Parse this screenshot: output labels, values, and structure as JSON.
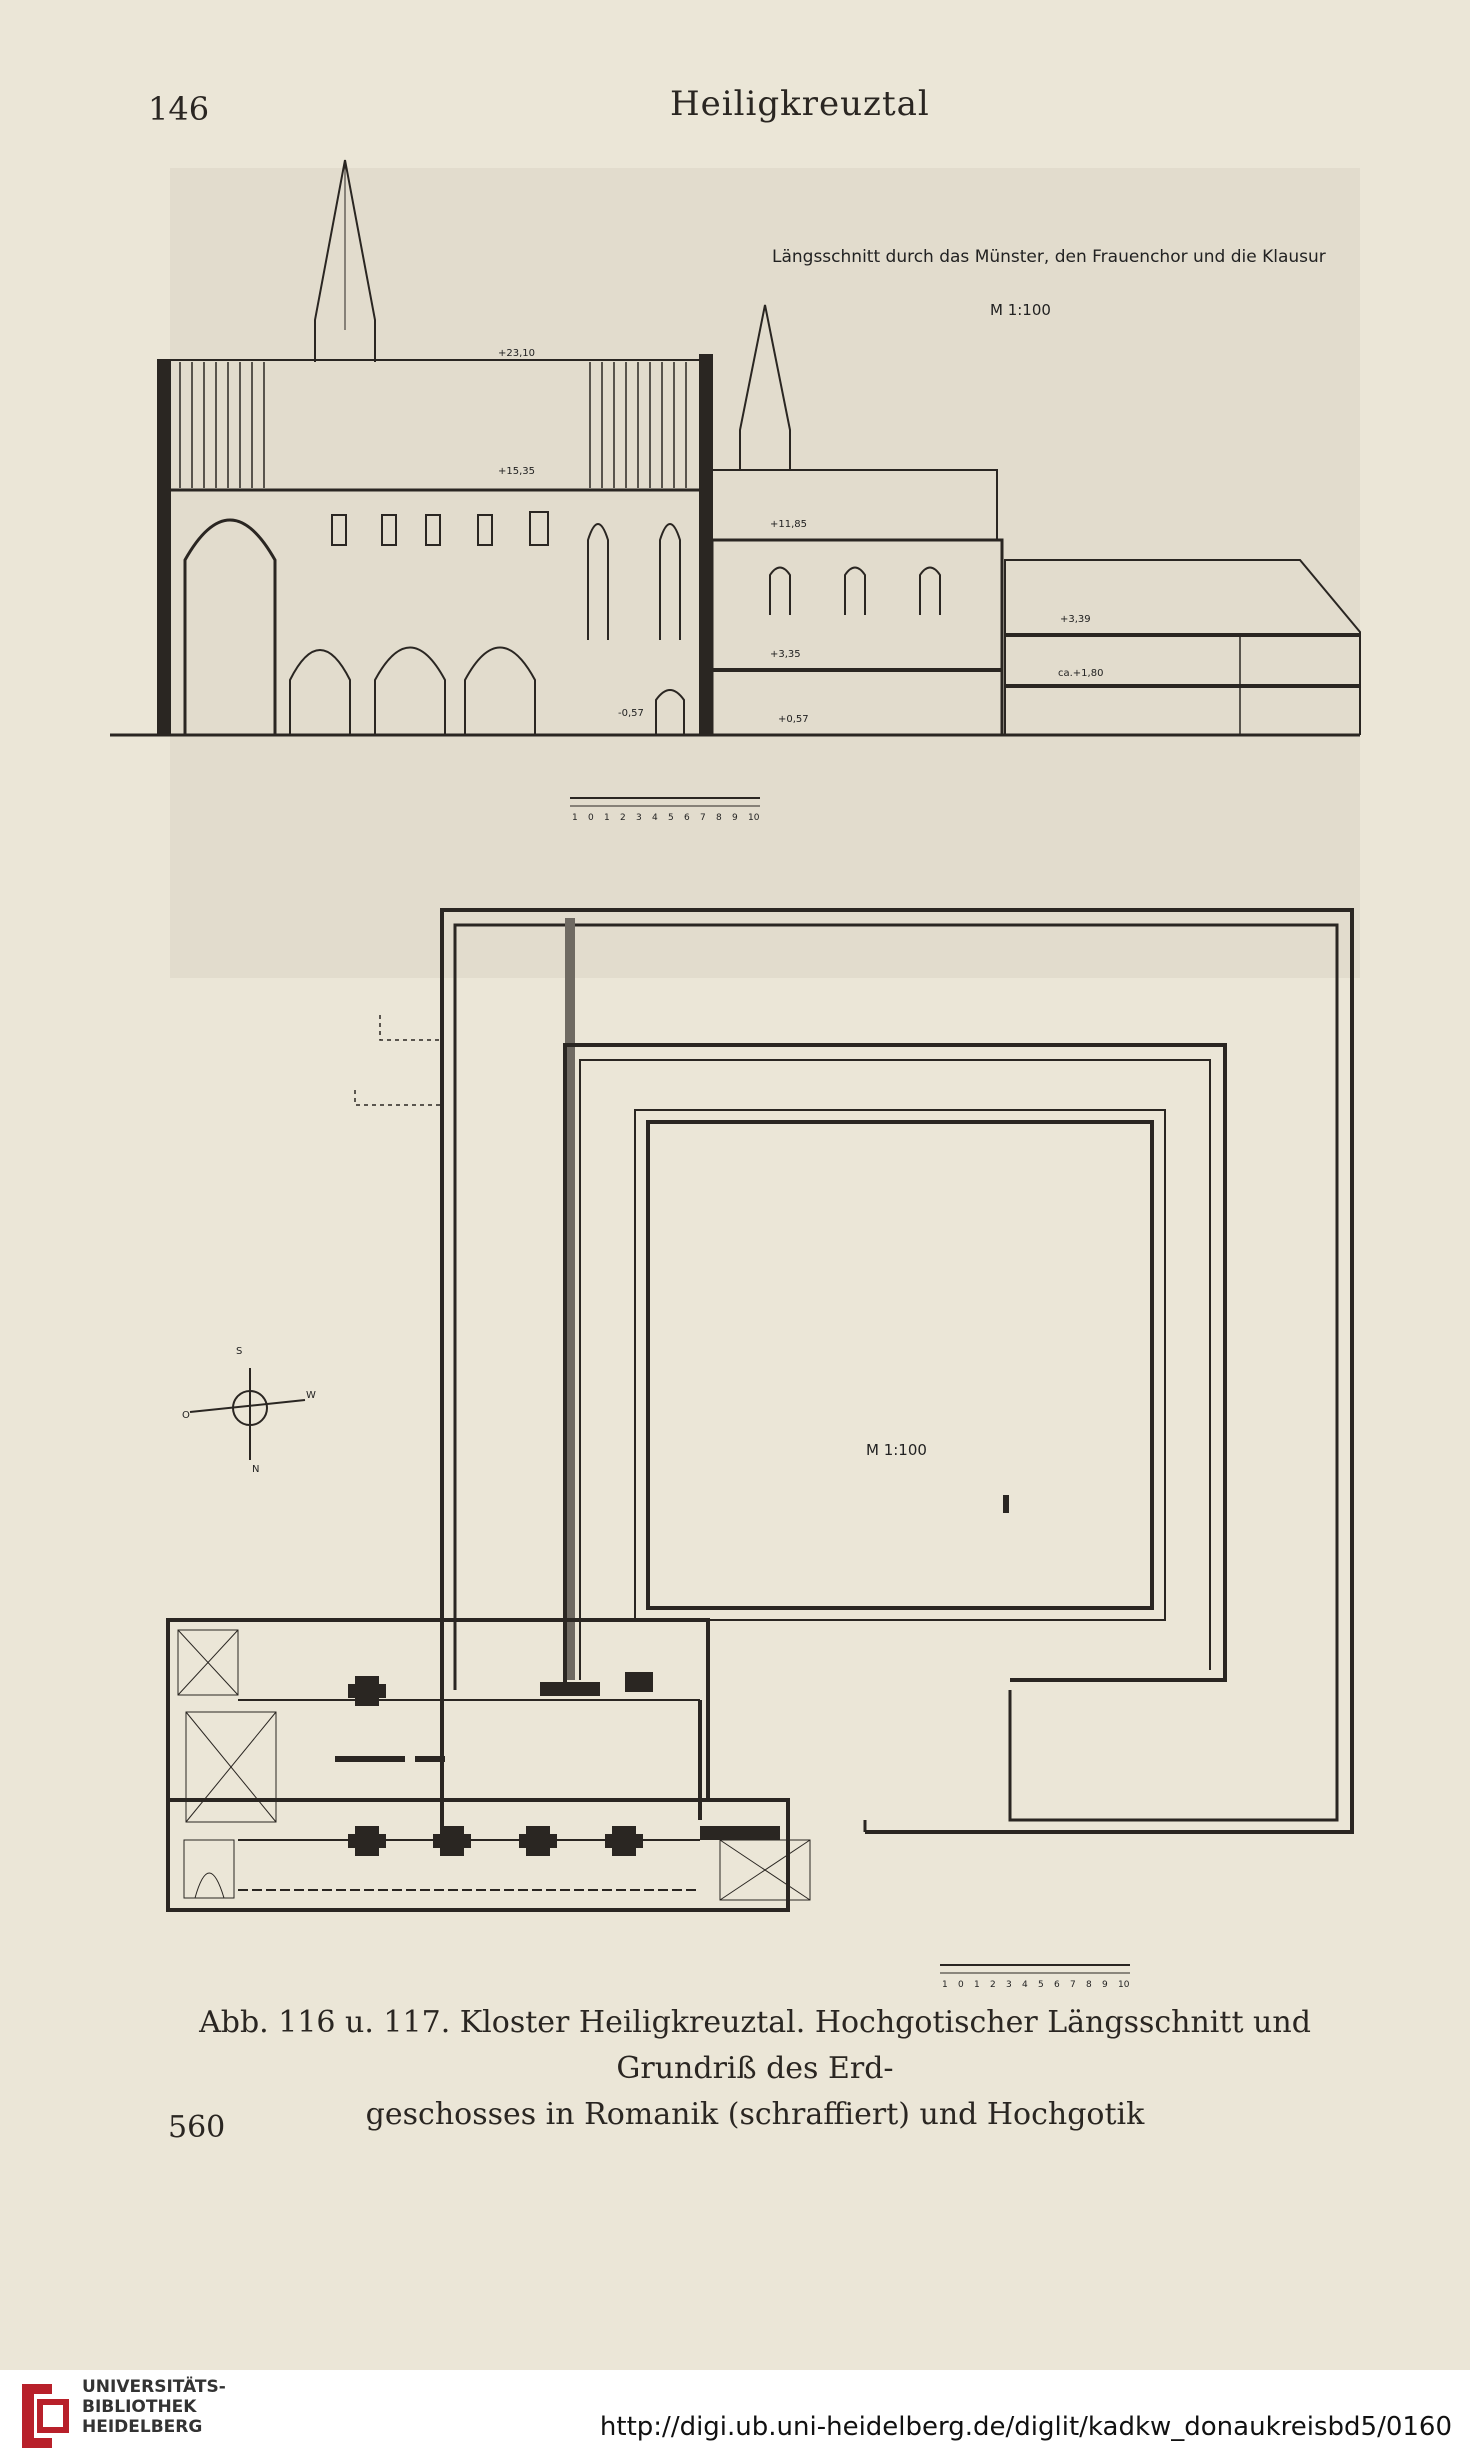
{
  "header": {
    "page_number": "146",
    "running_title": "Heiligkreuztal"
  },
  "section_drawing": {
    "title": "Längsschnitt durch das Münster, den Frauenchor und die Klausur",
    "scale": "M 1:100",
    "levels": [
      "+23,10",
      "+15,35",
      "+11,85",
      "+3,35",
      "-0,57",
      "+0,57",
      "+3,39",
      "ca.+1,80"
    ],
    "scale_bar_ticks": [
      "1",
      "0",
      "1",
      "2",
      "3",
      "4",
      "5",
      "6",
      "7",
      "8",
      "9",
      "10"
    ]
  },
  "plan_drawing": {
    "scale": "M 1:100",
    "compass": [
      "S",
      "W",
      "O",
      "N"
    ],
    "scale_bar_ticks": [
      "1",
      "0",
      "1",
      "2",
      "3",
      "4",
      "5",
      "6",
      "7",
      "8",
      "9",
      "10"
    ]
  },
  "caption": {
    "line1": "Abb. 116 u. 117. Kloster Heiligkreuztal. Hochgotischer Längsschnitt und Grundriß des Erd-",
    "line2": "geschosses in Romanik (schraffiert) und Hochgotik"
  },
  "footer": {
    "page_number": "560",
    "library": [
      "UNIVERSITÄTS-",
      "BIBLIOTHEK",
      "HEIDELBERG"
    ],
    "url": "http://digi.ub.uni-heidelberg.de/diglit/kadkw_donaukreisbd5/0160"
  },
  "colors": {
    "paper": "#ebe6d7",
    "ink": "#2a2622",
    "logo_red": "#b8202a"
  }
}
